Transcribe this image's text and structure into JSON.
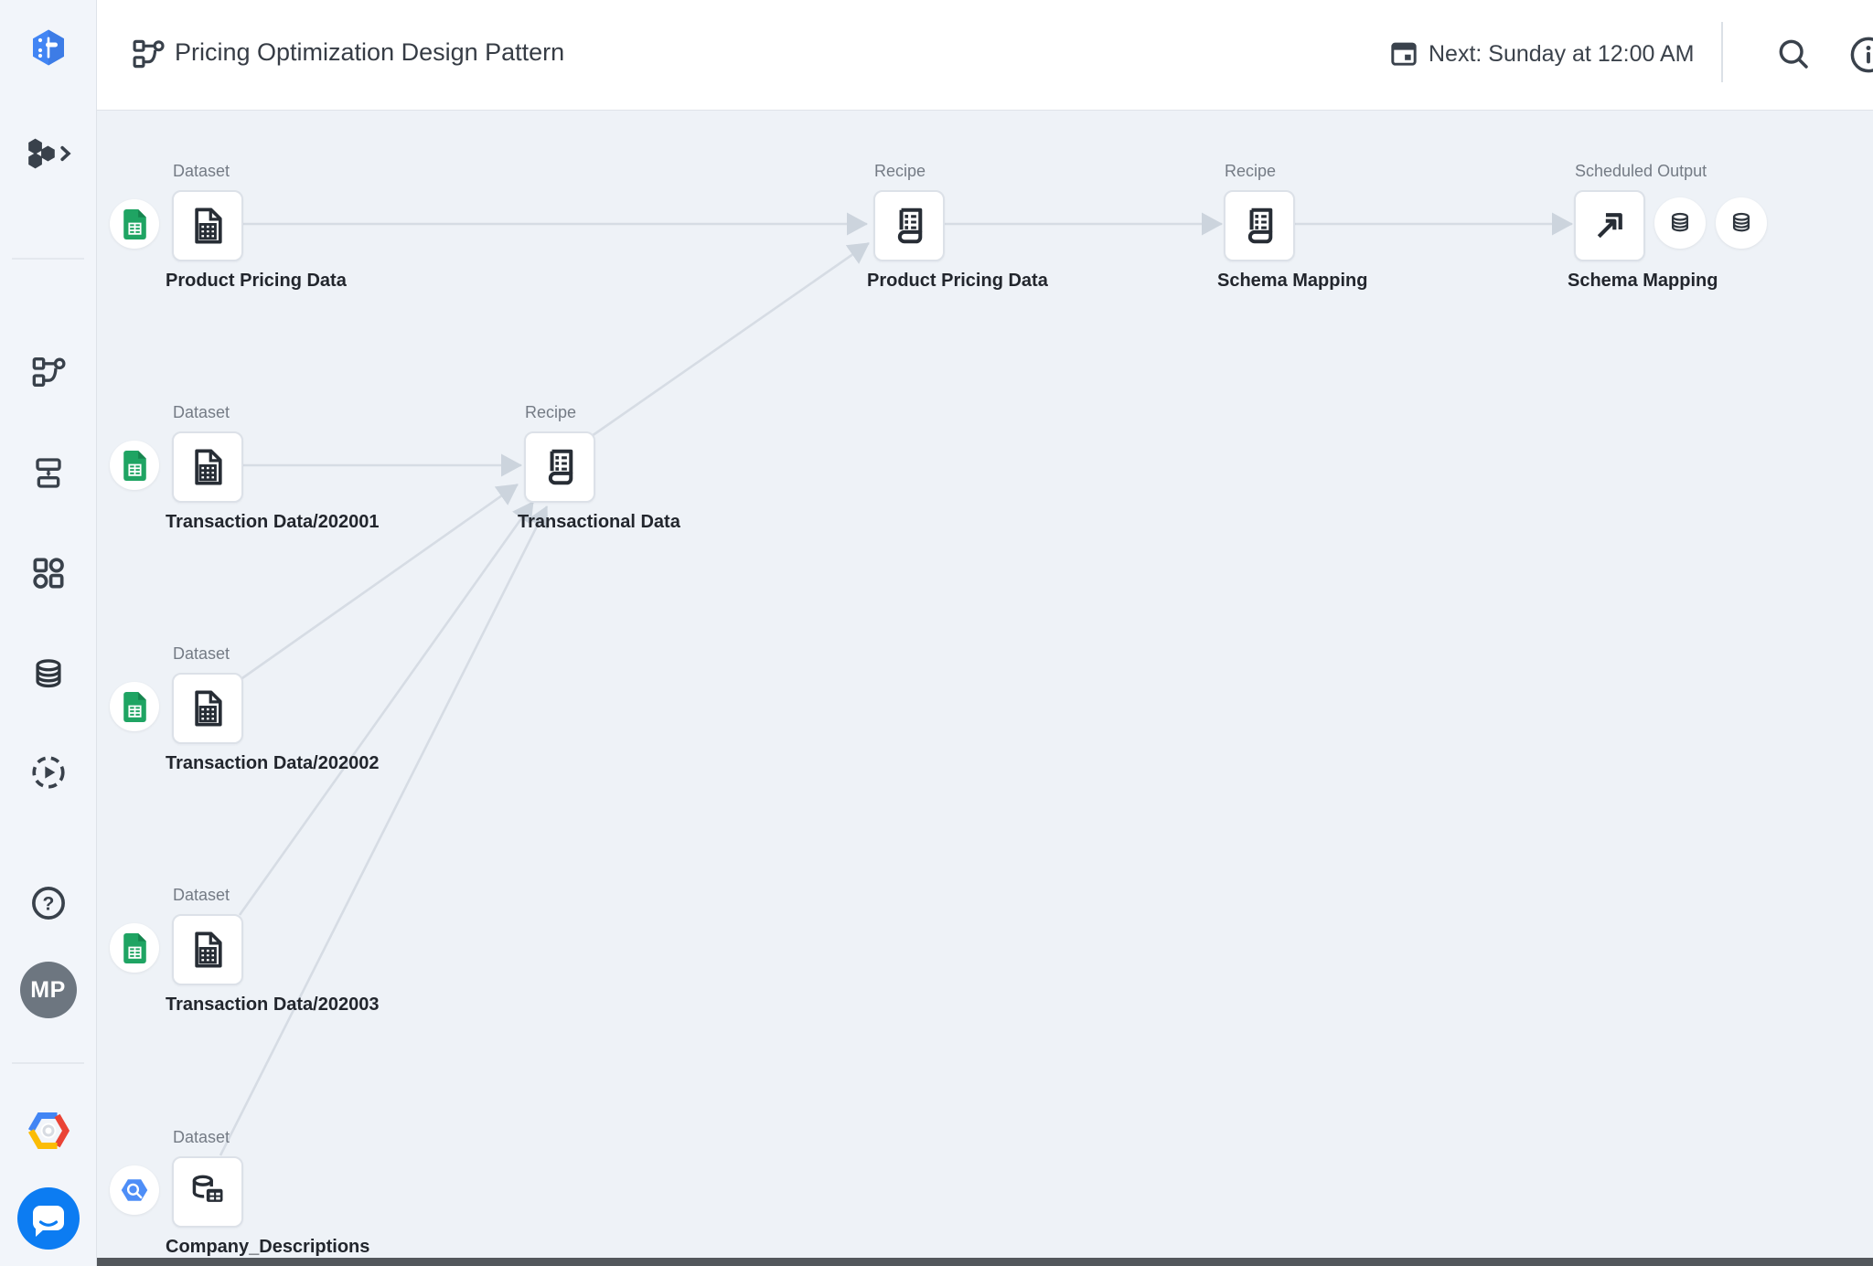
{
  "header": {
    "title": "Pricing Optimization Design Pattern",
    "schedule": "Next: Sunday at 12:00 AM"
  },
  "sidebar": {
    "avatar_initials": "MP",
    "help_glyph": "?",
    "items": [
      {
        "icon": "dataprep-logo"
      },
      {
        "icon": "hexagons-expand"
      },
      {
        "icon": "flow"
      },
      {
        "icon": "import-export"
      },
      {
        "icon": "library-grid"
      },
      {
        "icon": "connections-database"
      },
      {
        "icon": "run-jobs"
      },
      {
        "icon": "help"
      },
      {
        "icon": "user-avatar"
      },
      {
        "icon": "google-cloud-logo"
      },
      {
        "icon": "chat-support"
      }
    ]
  },
  "nodes": [
    {
      "type": "Dataset",
      "title": "Product Pricing Data",
      "badge": "google-sheets",
      "icon": "file-spreadsheet"
    },
    {
      "type": "Dataset",
      "title": "Transaction Data/202001",
      "badge": "google-sheets",
      "icon": "file-spreadsheet"
    },
    {
      "type": "Dataset",
      "title": "Transaction Data/202002",
      "badge": "google-sheets",
      "icon": "file-spreadsheet"
    },
    {
      "type": "Dataset",
      "title": "Transaction Data/202003",
      "badge": "google-sheets",
      "icon": "file-spreadsheet"
    },
    {
      "type": "Dataset",
      "title": "Company_Descriptions",
      "badge": "bigquery",
      "icon": "bigquery-table"
    },
    {
      "type": "Recipe",
      "title": "Transactional Data",
      "icon": "recipe-scroll"
    },
    {
      "type": "Recipe",
      "title": "Product Pricing Data",
      "icon": "recipe-scroll"
    },
    {
      "type": "Recipe",
      "title": "Schema Mapping",
      "icon": "recipe-scroll"
    },
    {
      "type": "Scheduled Output",
      "title": "Schema Mapping",
      "icon": "export-arrow",
      "destinations": [
        "database",
        "database"
      ]
    }
  ],
  "edges": [
    {
      "from": "dataset:Product Pricing Data",
      "to": "recipe:Product Pricing Data"
    },
    {
      "from": "recipe:Product Pricing Data",
      "to": "recipe:Schema Mapping"
    },
    {
      "from": "recipe:Schema Mapping",
      "to": "output:Schema Mapping"
    },
    {
      "from": "dataset:Transaction Data/202001",
      "to": "recipe:Transactional Data"
    },
    {
      "from": "recipe:Transactional Data",
      "to": "recipe:Product Pricing Data"
    },
    {
      "from": "dataset:Transaction Data/202002",
      "to": "recipe:Transactional Data"
    },
    {
      "from": "dataset:Transaction Data/202003",
      "to": "recipe:Transactional Data"
    },
    {
      "from": "dataset:Company_Descriptions",
      "to": "recipe:Transactional Data"
    }
  ],
  "colors": {
    "sheets_green": "#1fa463",
    "bigquery_blue": "#4e8ef7",
    "edge_gray": "#d6dce4",
    "accent_blue": "#4285f4",
    "icon_dark": "#272d35"
  }
}
